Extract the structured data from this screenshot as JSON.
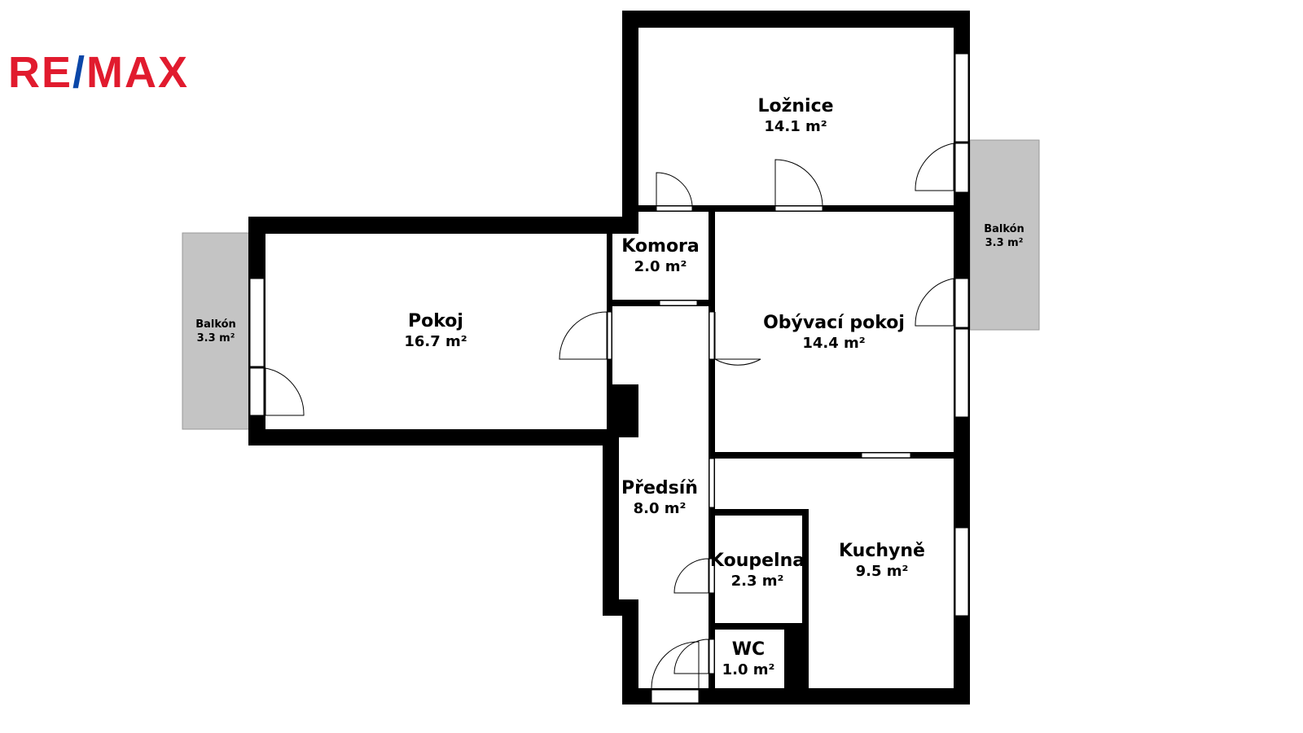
{
  "logo": {
    "part1": "RE",
    "slash": "/",
    "part2": "MAX",
    "colors": {
      "red": "#e11b2e",
      "blue": "#0b47a8"
    }
  },
  "rooms": {
    "loznice": {
      "name": "Ložnice",
      "area": "14.1 m²"
    },
    "pokoj": {
      "name": "Pokoj",
      "area": "16.7 m²"
    },
    "komora": {
      "name": "Komora",
      "area": "2.0 m²"
    },
    "obyvaci": {
      "name": "Obývací pokoj",
      "area": "14.4 m²"
    },
    "predsin": {
      "name": "Předsíň",
      "area": "8.0 m²"
    },
    "koupelna": {
      "name": "Koupelna",
      "area": "2.3 m²"
    },
    "kuchyne": {
      "name": "Kuchyně",
      "area": "9.5 m²"
    },
    "wc": {
      "name": "WC",
      "area": "1.0 m²"
    },
    "balkon_left": {
      "name": "Balkón",
      "area": "3.3 m²"
    },
    "balkon_right": {
      "name": "Balkón",
      "area": "3.3 m²"
    }
  }
}
